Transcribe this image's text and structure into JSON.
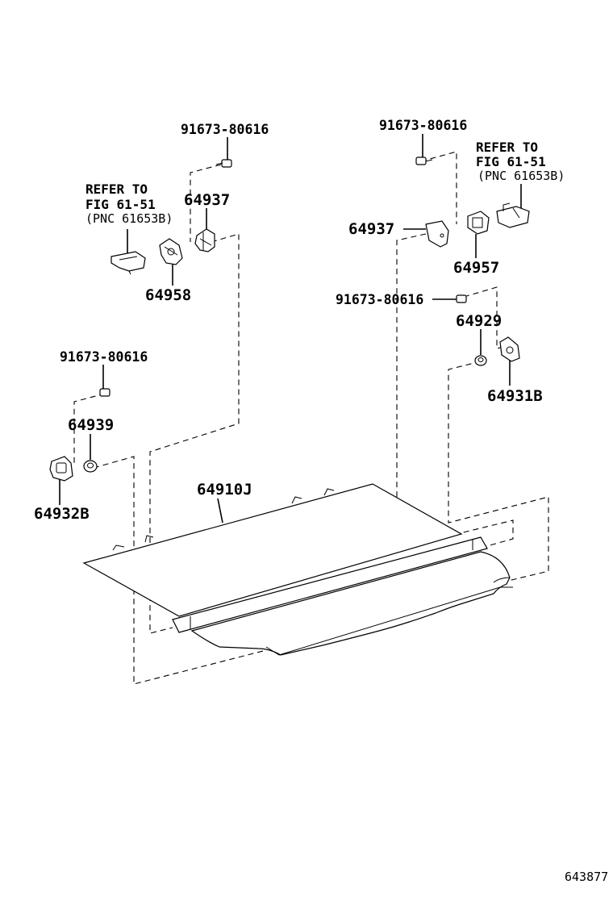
{
  "labels": {
    "bolt_top_left": "91673-80616",
    "bolt_top_right": "91673-80616",
    "bolt_mid_right": "91673-80616",
    "bolt_left": "91673-80616",
    "refer_left_1": "REFER TO",
    "refer_left_2": "FIG 61-51",
    "refer_left_3": "(PNC 61653B)",
    "refer_right_1": "REFER TO",
    "refer_right_2": "FIG 61-51",
    "refer_right_3": "(PNC 61653B)",
    "p64937_left": "64937",
    "p64958": "64958",
    "p64937_right": "64937",
    "p64957": "64957",
    "p64929": "64929",
    "p64931b": "64931B",
    "p64939": "64939",
    "p64932b": "64932B",
    "p64910j": "64910J",
    "diagram_id": "643877"
  }
}
